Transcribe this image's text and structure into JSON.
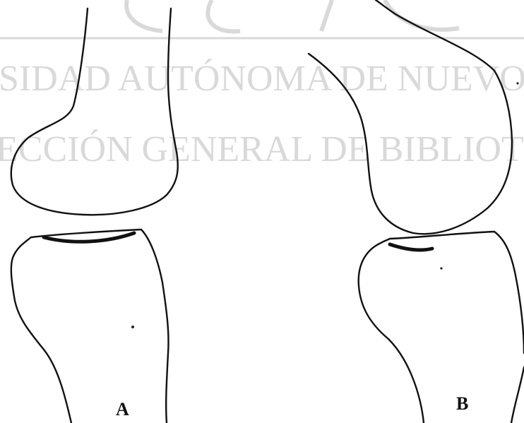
{
  "watermark": {
    "line1": "SIDAD AUTÓNOMA DE NUEVO",
    "line2": "ECCIÓN GENERAL DE BIBLIOTECA",
    "color": "#d9d9d9"
  },
  "figures": [
    {
      "label": "A"
    },
    {
      "label": "B"
    }
  ],
  "colors": {
    "ink": "#111111",
    "background": "#ffffff"
  }
}
